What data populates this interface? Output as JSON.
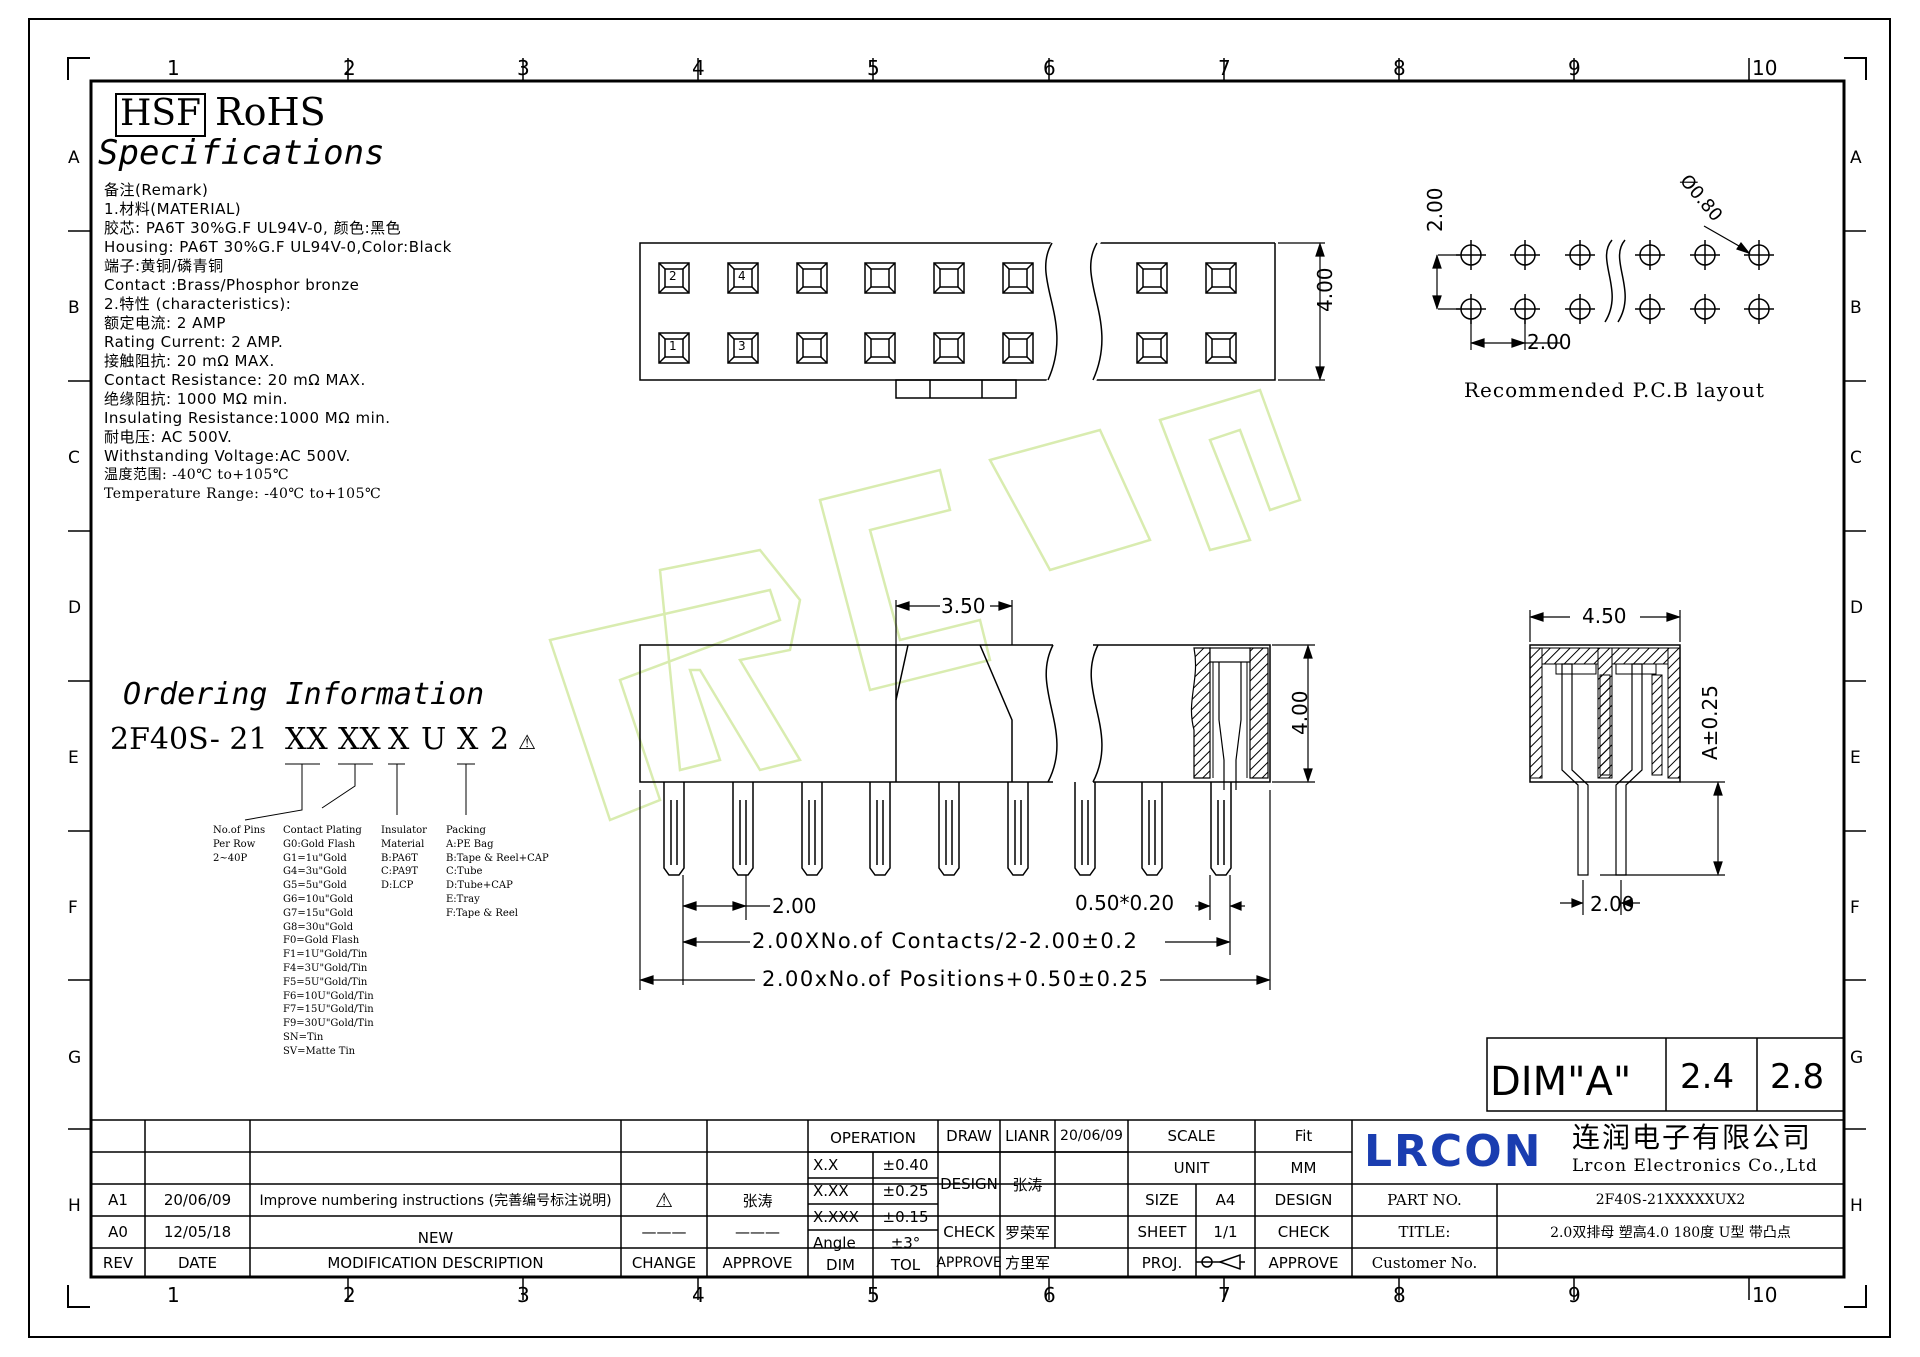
{
  "colors": {
    "line": "#000000",
    "brand": "#1a3db0",
    "watermark": "#d9ecb0",
    "hatch": "#000000"
  },
  "zone_columns": [
    "1",
    "2",
    "3",
    "4",
    "5",
    "6",
    "7",
    "8",
    "9",
    "10"
  ],
  "zone_rows": [
    "A",
    "B",
    "C",
    "D",
    "E",
    "F",
    "G",
    "H"
  ],
  "header": {
    "hsf": "HSF",
    "rohs": "RoHS",
    "specifications": "Specifications"
  },
  "remarks": [
    "备注(Remark)",
    "1.材料(MATERIAL)",
    "胶芯: PA6T 30%G.F UL94V-0, 颜色:黑色",
    "Housing: PA6T 30%G.F UL94V-0,Color:Black",
    "端子:黄铜/磷青铜",
    "Contact :Brass/Phosphor bronze",
    "2.特性 (characteristics):",
    "额定电流: 2 AMP",
    "Rating Current: 2 AMP.",
    "接触阻抗: 20 mΩ MAX.",
    "Contact Resistance: 20 mΩ MAX.",
    "绝缘阻抗: 1000 MΩ min.",
    "Insulating Resistance:1000 MΩ min.",
    "耐电压: AC 500V.",
    "Withstanding Voltage:AC 500V.",
    "温度范围: -40℃ to+105℃",
    "Temperature Range: -40℃ to+105℃"
  ],
  "ordering": {
    "title": "Ordering Information",
    "code_parts": [
      "2F40S- 21",
      "XX",
      "XX",
      "X",
      "U",
      "X",
      "2"
    ],
    "rev_mark": "⚠",
    "no_of_pins": [
      "No.of Pins",
      "Per Row",
      "2~40P"
    ],
    "contact_plating": [
      "Contact Plating",
      "G0:Gold Flash",
      "G1=1u\"Gold",
      "G4=3u\"Gold",
      "G5=5u\"Gold",
      "G6=10u\"Gold",
      "G7=15u\"Gold",
      "G8=30u\"Gold",
      "F0=Gold Flash",
      "F1=1U\"Gold/Tin",
      "F4=3U\"Gold/Tin",
      "F5=5U\"Gold/Tin",
      "F6=10U\"Gold/Tin",
      "F7=15U\"Gold/Tin",
      "F9=30U\"Gold/Tin",
      "SN=Tin",
      "SV=Matte Tin"
    ],
    "insulator": [
      "Insulator",
      "Material",
      "B:PA6T",
      "C:PA9T",
      "D:LCP"
    ],
    "packing": [
      "Packing",
      "A:PE Bag",
      "B:Tape & Reel+CAP",
      "C:Tube",
      "D:Tube+CAP",
      "E:Tray",
      "F:Tape & Reel"
    ]
  },
  "dims": {
    "top_height": "4.00",
    "pcb_pitch_v": "2.00",
    "pcb_pitch_h": "2.00",
    "pcb_hole": "Ø0.80",
    "pcb_caption": "Recommended P.C.B layout",
    "pin_offset": "3.50",
    "side_height": "4.00",
    "pitch": "2.00",
    "pin_size": "0.50*0.20",
    "contacts_formula": "2.00XNo.of Contacts/2-2.00±0.2",
    "positions_formula": "2.00xNo.of Positions+0.50±0.25",
    "end_width": "4.50",
    "end_a": "A±0.25",
    "end_pitch": "2.00"
  },
  "top_pin_numbers": [
    "2",
    "4",
    "1",
    "3"
  ],
  "dim_a": {
    "label": "DIM\"A\"",
    "v1": "2.4",
    "v2": "2.8"
  },
  "title_block": {
    "rev_rows": [
      {
        "rev": "A1",
        "date": "20/06/09",
        "desc": "Improve numbering instructions (完善编号标注说明)",
        "change": "⚠",
        "approve": "张涛"
      },
      {
        "rev": "A0",
        "date": "12/05/18",
        "desc": "NEW",
        "change": "———",
        "approve": "———"
      }
    ],
    "col_headers": {
      "rev": "REV",
      "date": "DATE",
      "desc": "MODIFICATION DESCRIPTION",
      "change": "CHANGE",
      "approve": "APPROVE"
    },
    "operation": "OPERATION",
    "tol_rows": [
      [
        "X.X",
        "±0.40"
      ],
      [
        "X.XX",
        "±0.25"
      ],
      [
        "X.XXX",
        "±0.15"
      ],
      [
        "Angle",
        "±3°"
      ]
    ],
    "dim_label": "DIM",
    "tol_label": "TOL",
    "draw": "DRAW",
    "draw_name": "LIANR",
    "draw_date": "20/06/09",
    "design": "DESIGN",
    "design_name": "张涛",
    "check": "CHECK",
    "check_name": "罗荣军",
    "approve": "APPROVE",
    "approve_name": "方里军",
    "scale": "SCALE",
    "scale_val": "Fit",
    "unit": "UNIT",
    "unit_val": "MM",
    "size": "SIZE",
    "size_val": "A4",
    "size_design": "DESIGN",
    "sheet": "SHEET",
    "sheet_val": "1/1",
    "sheet_check": "CHECK",
    "proj": "PROJ.",
    "proj_approve": "APPROVE",
    "company_logo": "LRCON",
    "company_cn": "连润电子有限公司",
    "company_en": "Lrcon Electronics Co.,Ltd",
    "part_no_label": "PART NO.",
    "part_no": "2F40S-21XXXXXUX2",
    "title_label": "TITLE:",
    "title": "2.0双排母 塑高4.0 180度 U型 带凸点",
    "customer_no": "Customer No."
  }
}
